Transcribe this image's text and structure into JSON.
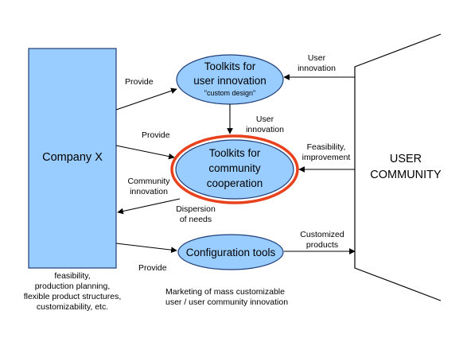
{
  "company": {
    "label": "Company X",
    "notes": [
      "feasibility,",
      "production planning,",
      "flexible product structures,",
      "customizability, etc."
    ]
  },
  "user_community": {
    "line1": "USER",
    "line2": "COMMUNITY"
  },
  "nodes": {
    "toolkits_user": {
      "line1": "Toolkits for",
      "line2": "user innovation",
      "line3": "\"custom design\""
    },
    "toolkits_community": {
      "line1": "Toolkits for",
      "line2": "community",
      "line3": "cooperation"
    },
    "configuration": {
      "line1": "Configuration tools"
    }
  },
  "edge_labels": {
    "provide_top": "Provide",
    "provide_mid": "Provide",
    "provide_bottom": "Provide",
    "user_innov_right_1": "User",
    "user_innov_right_2": "innovation",
    "user_innov_down_1": "User",
    "user_innov_down_2": "innovation",
    "feasibility_1": "Feasibility,",
    "feasibility_2": "improvement",
    "community_innov_1": "Community",
    "community_innov_2": "innovation",
    "dispersion_1": "Dispersion",
    "dispersion_2": "of needs",
    "customized_1": "Customized",
    "customized_2": "products"
  },
  "footer": {
    "line1": "Marketing of mass customizable",
    "line2": "user / user community innovation"
  },
  "colors": {
    "fill": "#99ccff",
    "stroke": "#1f3e78",
    "highlight": "#e8411d"
  }
}
